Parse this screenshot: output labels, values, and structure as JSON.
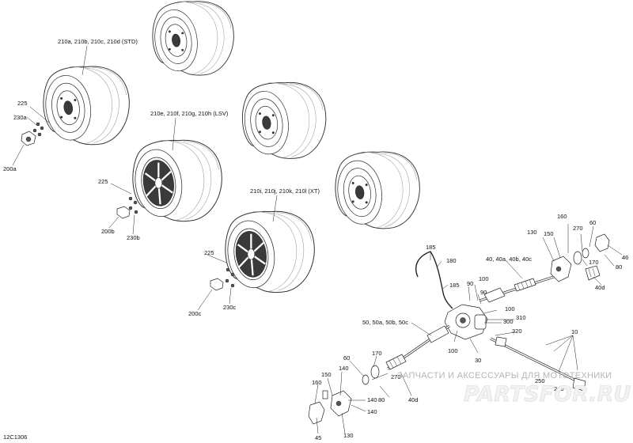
{
  "diagram": {
    "code": "12C1306",
    "group_labels": {
      "std": "210a, 210b, 210c, 210d (STD)",
      "lsv": "210e, 210f, 210g, 210h (LSV)",
      "xt": "210i, 210j, 210k, 210l (XT)"
    },
    "callouts": [
      "225",
      "230a",
      "200a",
      "225",
      "200b",
      "230b",
      "225",
      "200c",
      "230c",
      "185",
      "180",
      "185",
      "40, 40a, 40b, 40c",
      "130",
      "150",
      "160",
      "270",
      "60",
      "46",
      "80",
      "170",
      "40d",
      "90",
      "100",
      "90",
      "100",
      "310",
      "300",
      "320",
      "50, 50a, 50b, 50c",
      "100",
      "30",
      "10",
      "170",
      "60",
      "270",
      "80",
      "40d",
      "140",
      "150",
      "160",
      "140",
      "140",
      "130",
      "45",
      "250",
      "240"
    ],
    "watermark_text": "ЗАПЧАСТИ И АКСЕССУАРЫ ДЛЯ МОТОТЕХНИКИ",
    "watermark_logo": "PARTSFOR.RU"
  }
}
